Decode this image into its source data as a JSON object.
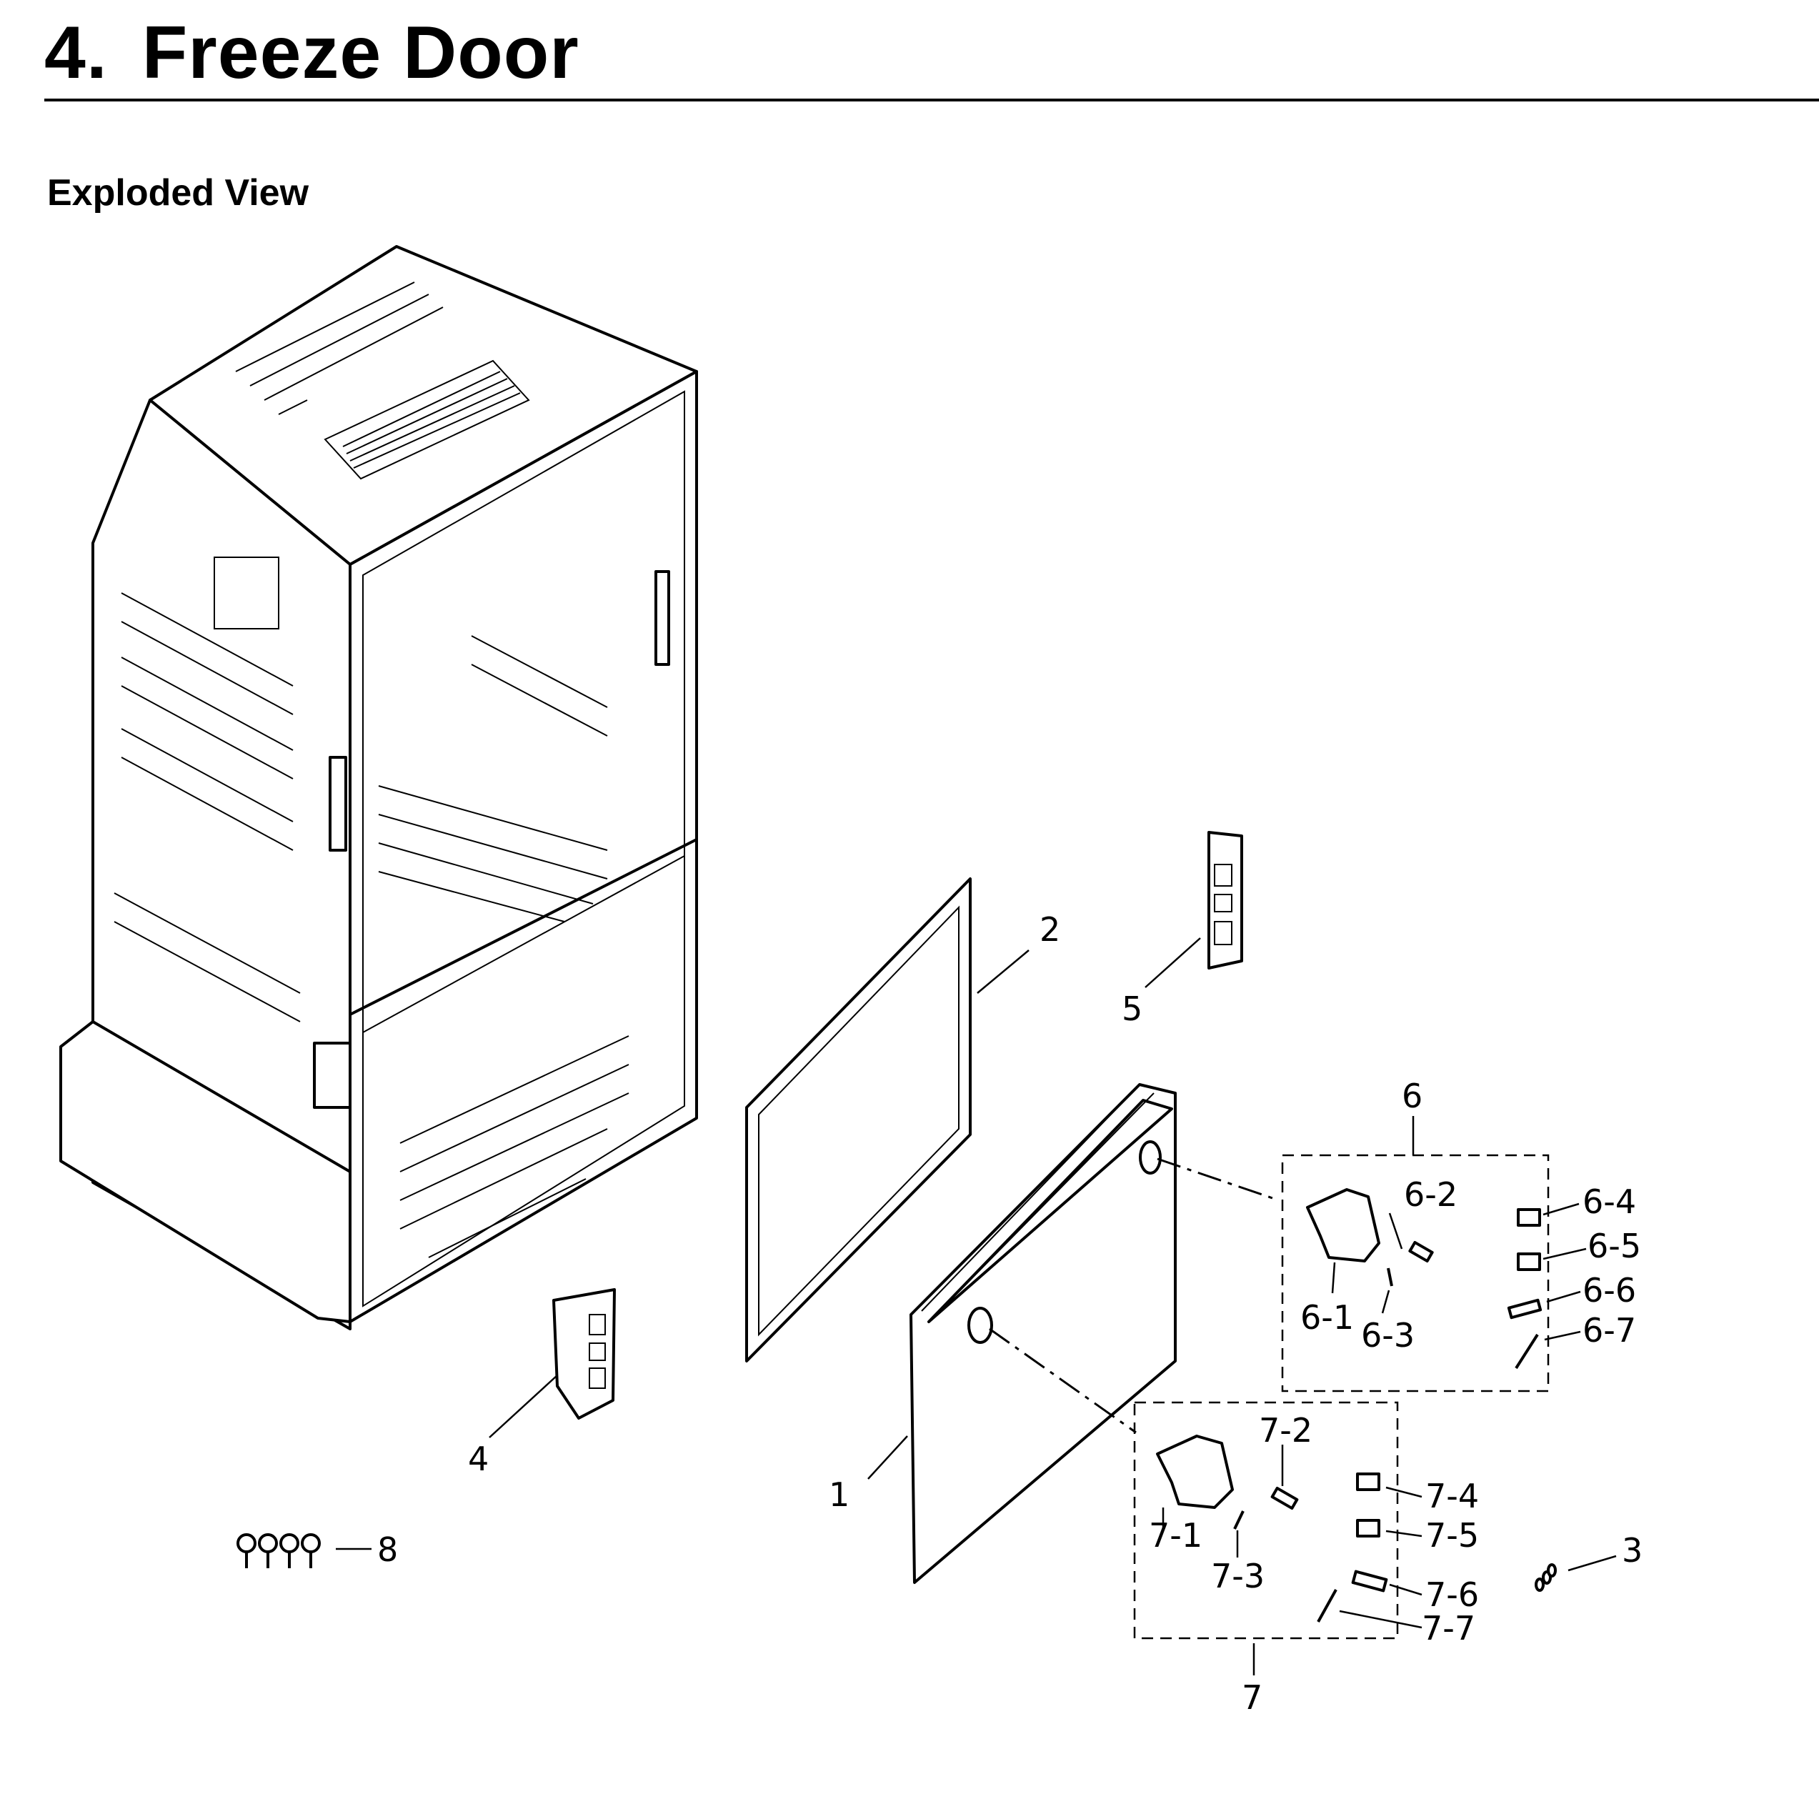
{
  "header": {
    "number": "4.",
    "title": "Freeze Door",
    "subtitle": "Exploded View"
  },
  "callouts": [
    {
      "id": "c1",
      "text": "1"
    },
    {
      "id": "c2",
      "text": "2"
    },
    {
      "id": "c3",
      "text": "3"
    },
    {
      "id": "c4",
      "text": "4"
    },
    {
      "id": "c5",
      "text": "5"
    },
    {
      "id": "c6",
      "text": "6"
    },
    {
      "id": "c6_1",
      "text": "6-1"
    },
    {
      "id": "c6_2",
      "text": "6-2"
    },
    {
      "id": "c6_3",
      "text": "6-3"
    },
    {
      "id": "c6_4",
      "text": "6-4"
    },
    {
      "id": "c6_5",
      "text": "6-5"
    },
    {
      "id": "c6_6",
      "text": "6-6"
    },
    {
      "id": "c6_7",
      "text": "6-7"
    },
    {
      "id": "c7",
      "text": "7"
    },
    {
      "id": "c7_1",
      "text": "7-1"
    },
    {
      "id": "c7_2",
      "text": "7-2"
    },
    {
      "id": "c7_3",
      "text": "7-3"
    },
    {
      "id": "c7_4",
      "text": "7-4"
    },
    {
      "id": "c7_5",
      "text": "7-5"
    },
    {
      "id": "c7_6",
      "text": "7-6"
    },
    {
      "id": "c7_7",
      "text": "7-7"
    },
    {
      "id": "c8",
      "text": "8"
    }
  ]
}
